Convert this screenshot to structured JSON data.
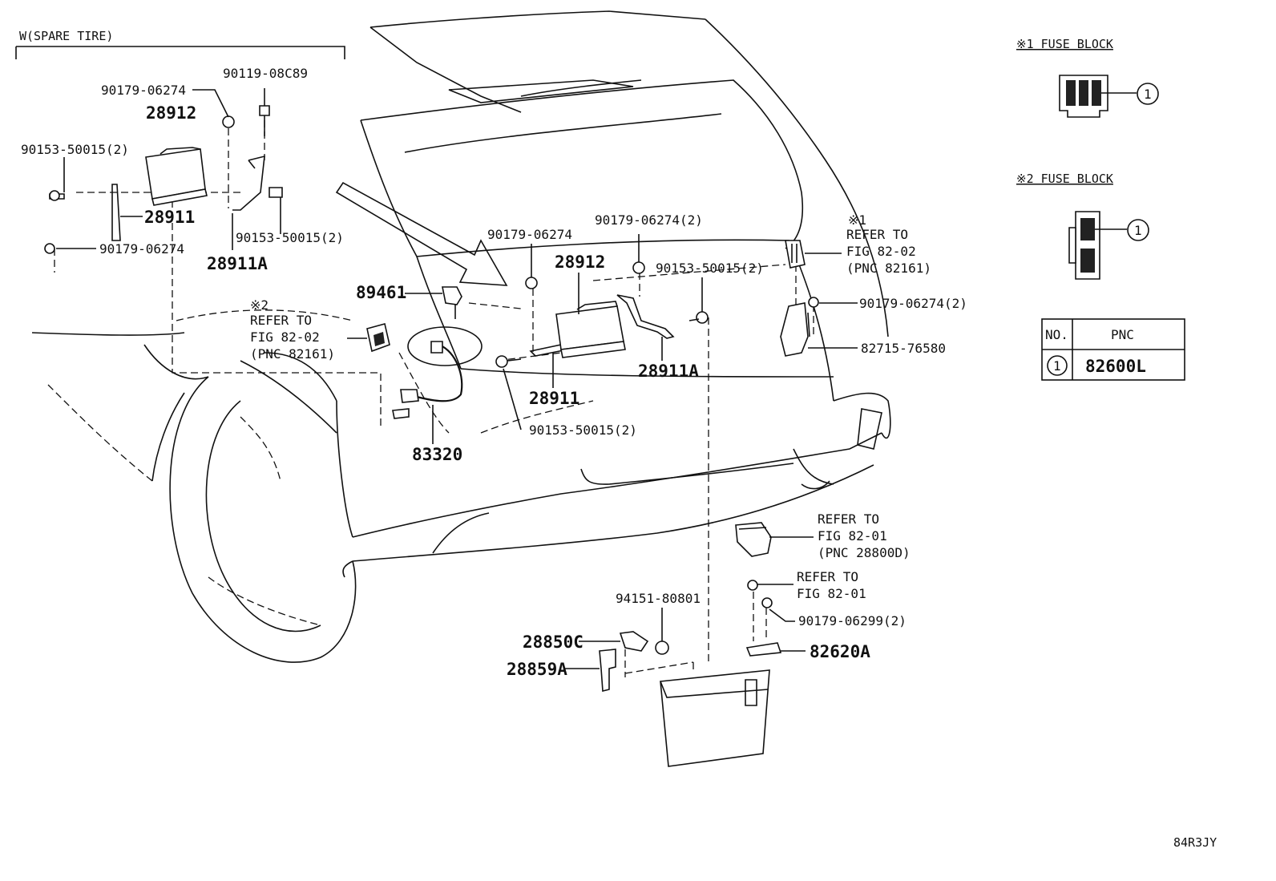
{
  "spare_tire_section": {
    "header": "W(SPARE TIRE)",
    "labels": {
      "p90179_a": "90179-06274",
      "p90119": "90119-08C89",
      "p28912": "28912",
      "p90153_a": "90153-50015(2)",
      "p28911": "28911",
      "p90179_b": "90179-06274",
      "p90153_b": "90153-50015(2)",
      "p28911A": "28911A"
    }
  },
  "refer2": {
    "mark": "※2",
    "line1": "REFER TO",
    "line2": "FIG 82-02",
    "line3": "(PNC 82161)"
  },
  "refer1": {
    "mark": "※1",
    "line1": "REFER TO",
    "line2": "FIG 82-02",
    "line3": "(PNC 82161)"
  },
  "refer_28800": {
    "line1": "REFER TO",
    "line2": "FIG 82-01",
    "line3": "(PNC 28800D)"
  },
  "refer_8201": {
    "line1": "REFER TO",
    "line2": "FIG 82-01"
  },
  "main_labels": {
    "p89461": "89461",
    "p90179_c": "90179-06274",
    "p28912": "28912",
    "p90179_d": "90179-06274(2)",
    "p90153_c": "90153-50015(2)",
    "p28911A": "28911A",
    "p28911": "28911",
    "p90153_d": "90153-50015(2)",
    "p83320": "83320",
    "p90179_e": "90179-06274(2)",
    "p82715": "82715-76580",
    "p94151": "94151-80801",
    "p28850C": "28850C",
    "p28859A": "28859A",
    "p90179_f": "90179-06299(2)",
    "p82620A": "82620A"
  },
  "fuse_blocks": [
    {
      "title": "※1 FUSE BLOCK",
      "callout": "1"
    },
    {
      "title": "※2 FUSE BLOCK",
      "callout": "1"
    }
  ],
  "pnc_table": {
    "headers": [
      "NO.",
      "PNC"
    ],
    "rows": [
      {
        "no": "1",
        "pnc": "82600L"
      }
    ]
  },
  "figure_code": "84R3JY"
}
